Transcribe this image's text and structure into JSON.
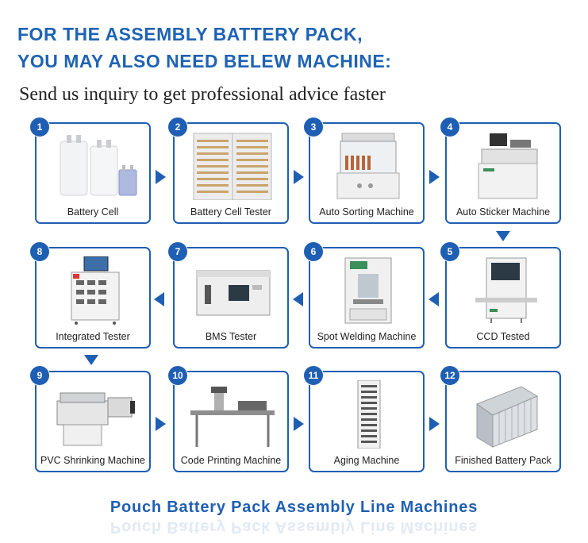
{
  "header": {
    "line1": "FOR THE ASSEMBLY BATTERY PACK,",
    "line2": "YOU MAY ALSO NEED BELEW MACHINE:",
    "subtitle": "Send us inquiry to get professional advice faster"
  },
  "steps": [
    {
      "num": "1",
      "label": "Battery Cell",
      "icon": "battery-cell-icon"
    },
    {
      "num": "2",
      "label": "Battery Cell Tester",
      "icon": "battery-cell-tester-icon"
    },
    {
      "num": "3",
      "label": "Auto Sorting Machine",
      "icon": "auto-sorting-machine-icon"
    },
    {
      "num": "4",
      "label": "Auto Sticker Machine",
      "icon": "auto-sticker-machine-icon"
    },
    {
      "num": "5",
      "label": "CCD Tested",
      "icon": "ccd-tester-icon"
    },
    {
      "num": "6",
      "label": "Spot Welding Machine",
      "icon": "spot-welding-machine-icon"
    },
    {
      "num": "7",
      "label": "BMS Tester",
      "icon": "bms-tester-icon"
    },
    {
      "num": "8",
      "label": "Integrated Tester",
      "icon": "integrated-tester-icon"
    },
    {
      "num": "9",
      "label": "PVC Shrinking Machine",
      "icon": "pvc-shrinking-machine-icon"
    },
    {
      "num": "10",
      "label": "Code Printing Machine",
      "icon": "code-printing-machine-icon"
    },
    {
      "num": "11",
      "label": "Aging Machine",
      "icon": "aging-machine-icon"
    },
    {
      "num": "12",
      "label": "Finished Battery Pack",
      "icon": "finished-battery-pack-icon"
    }
  ],
  "footer": {
    "title": "Pouch Battery Pack Assembly Line Machines"
  },
  "colors": {
    "accent": "#1f5fb3",
    "headline": "#1f63b4"
  }
}
